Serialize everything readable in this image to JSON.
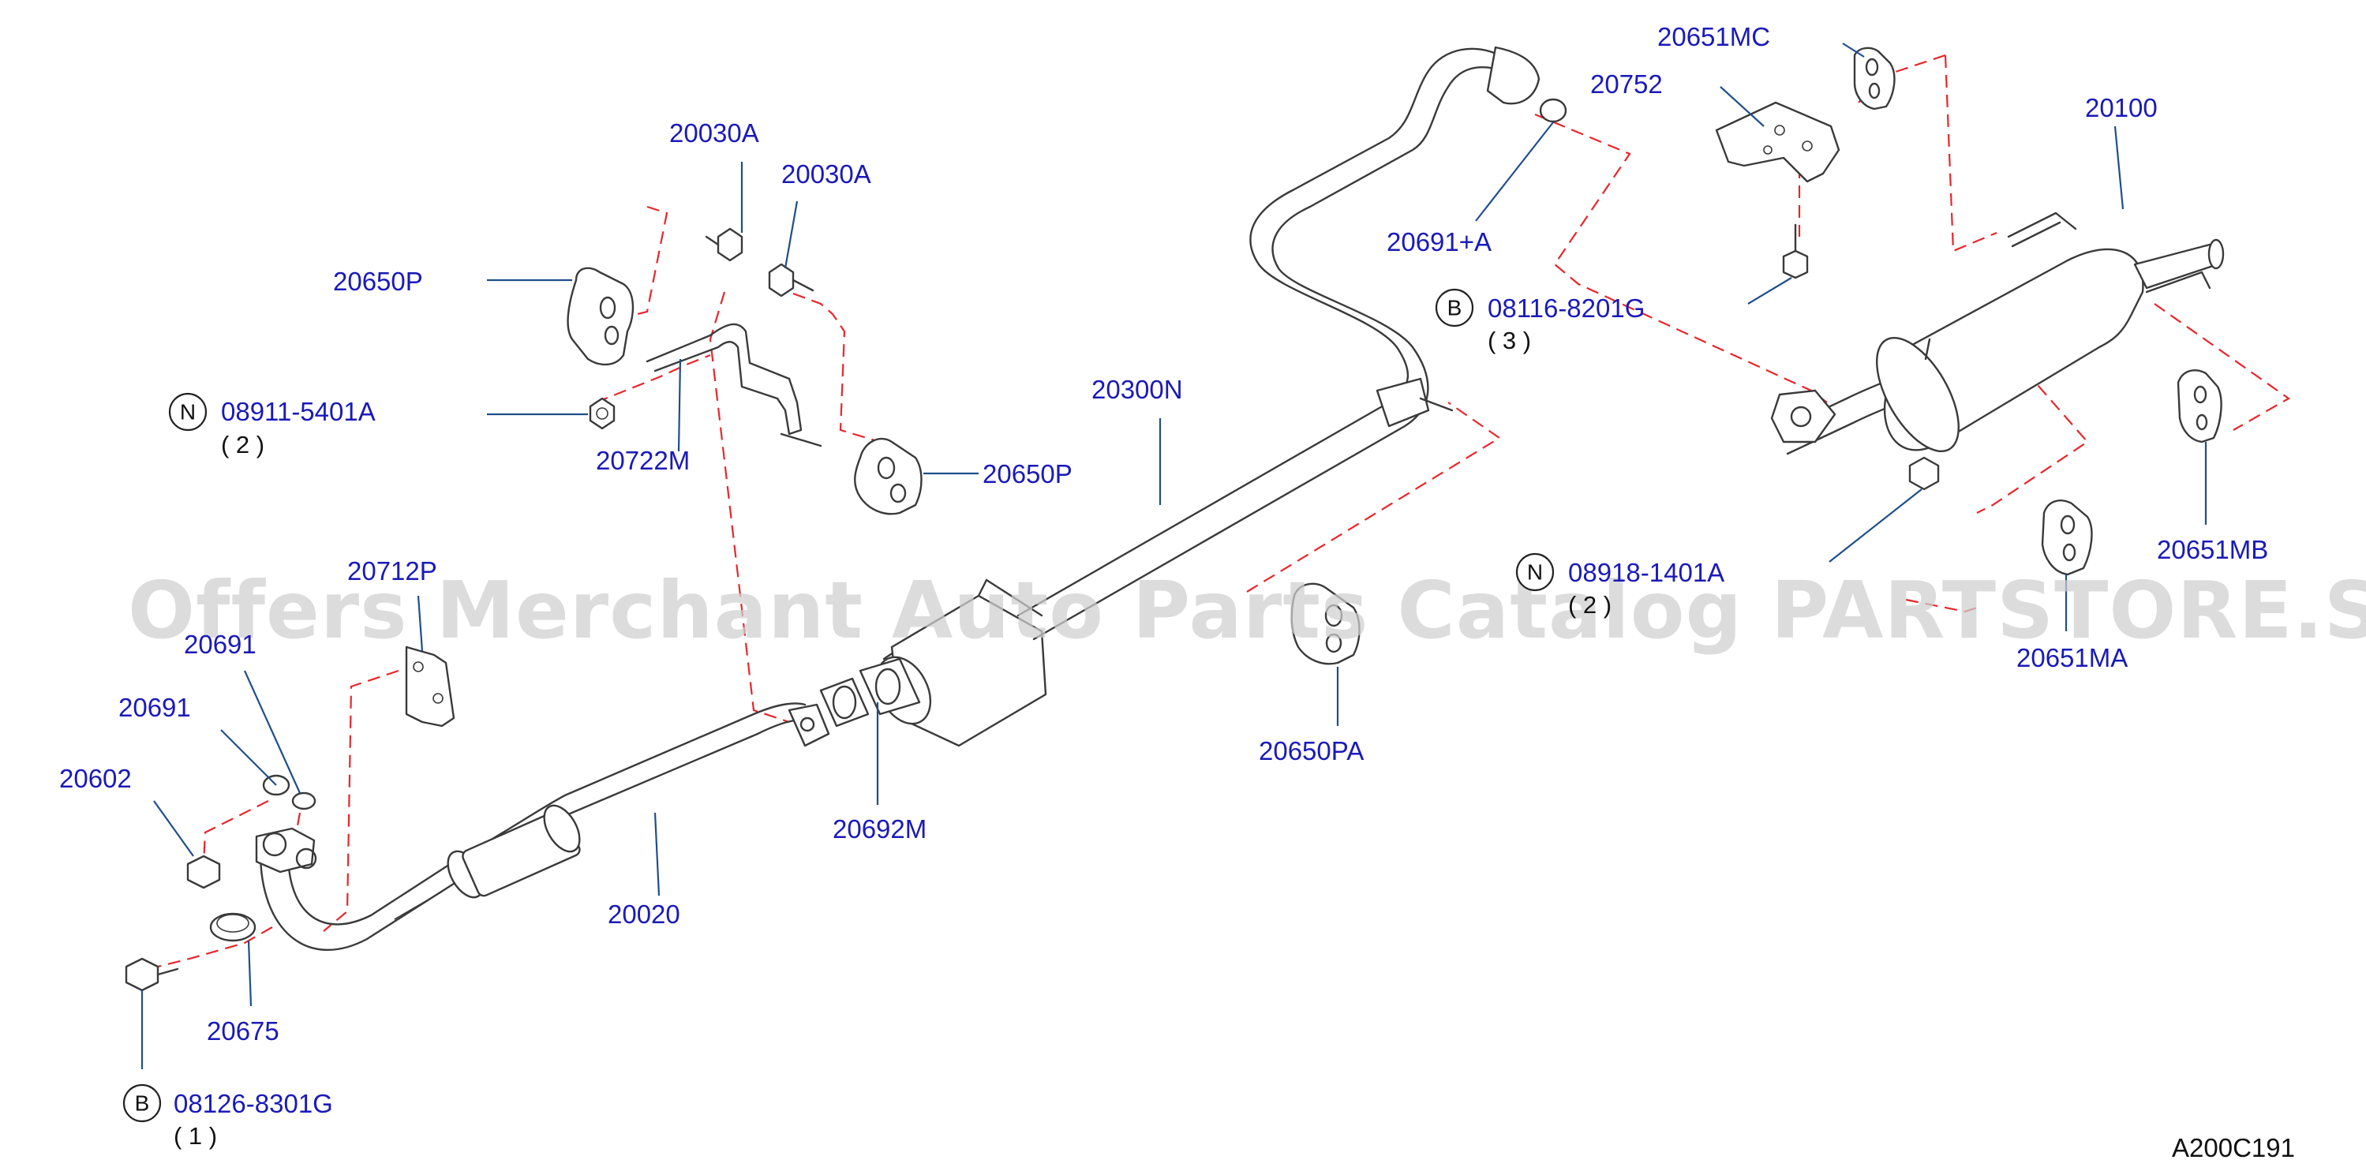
{
  "watermark": "Offers Merchant Auto Parts Catalog PARTSTORE.SA",
  "diagram_code": "A200C191",
  "colors": {
    "label": "#1a1ab8",
    "dashed_line": "#e8262b",
    "leader": "#1f4e8c",
    "outline": "#3a3a3a"
  },
  "labels": {
    "p20030A_1": "20030A",
    "p20030A_2": "20030A",
    "p20650P_1": "20650P",
    "p20650P_2": "20650P",
    "p08911": "08911-5401A",
    "q08911": "( 2 )",
    "p20722M": "20722M",
    "p20300N": "20300N",
    "p20752": "20752",
    "p20691A": "20691+A",
    "p08116": "08116-8201G",
    "q08116": "( 3 )",
    "p20651MC": "20651MC",
    "p20100": "20100",
    "p20712P": "20712P",
    "p20691_1": "20691",
    "p20691_2": "20691",
    "p20602": "20602",
    "p20692M": "20692M",
    "p20650PA": "20650PA",
    "p08918": "08918-1401A",
    "q08918": "( 2 )",
    "p20651MA": "20651MA",
    "p20651MB": "20651MB",
    "p20020": "20020",
    "p20675": "20675",
    "p08126": "08126-8301G",
    "q08126": "( 1 )"
  },
  "symbols": {
    "B": "B",
    "N": "N"
  }
}
